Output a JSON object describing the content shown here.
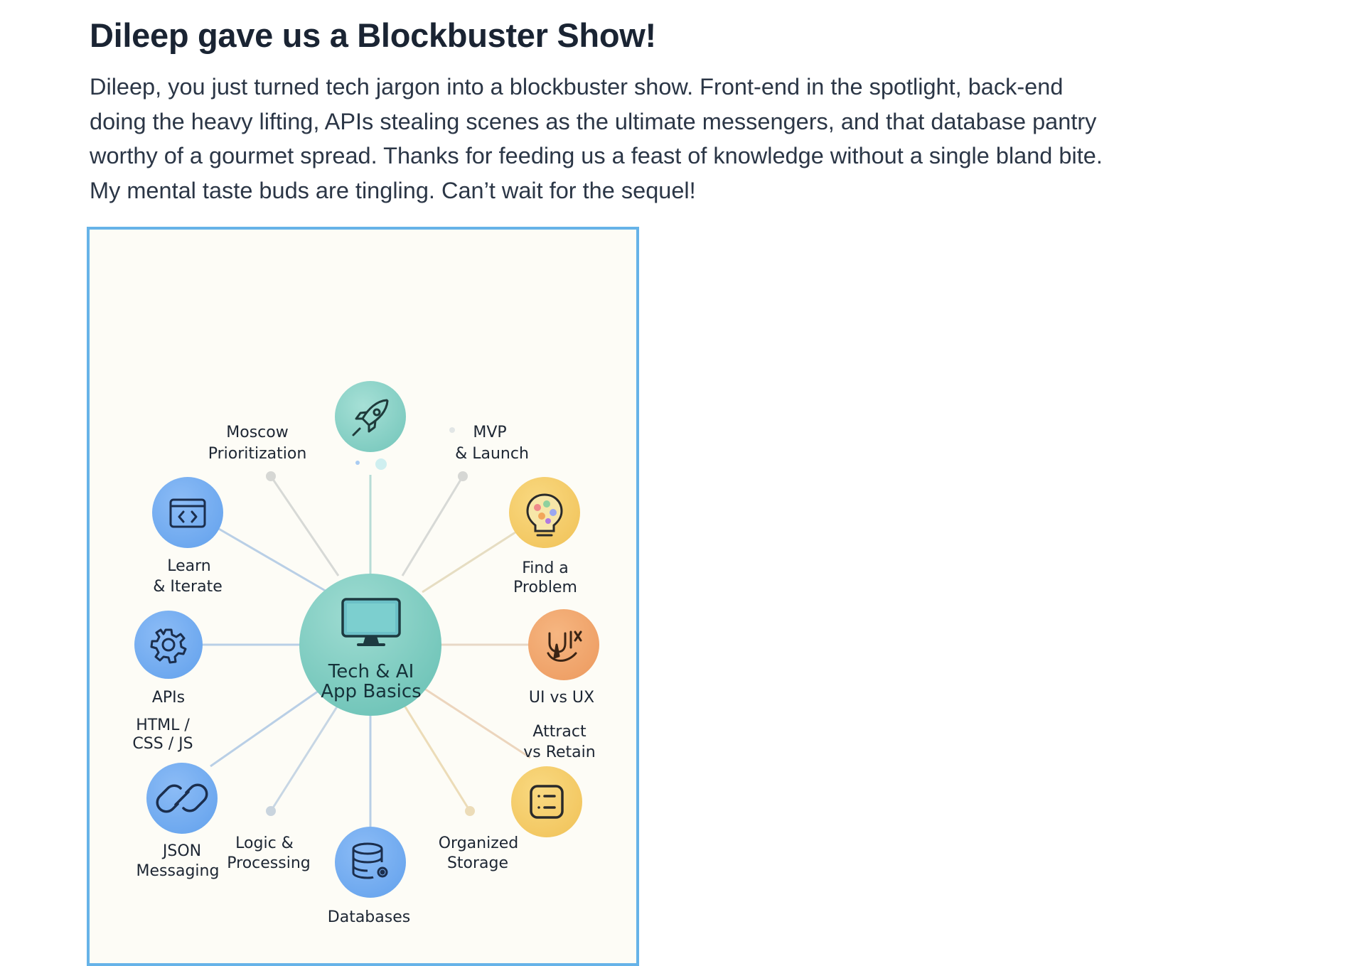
{
  "post": {
    "title": "Dileep gave us a Blockbuster Show!",
    "body_lines": [
      "Dileep, you just turned tech jargon into a blockbuster show. Front-end in the spotlight, back-end",
      "doing the heavy lifting, APIs stealing scenes as the ultimate messengers, and that database pantry",
      "worthy of a gourmet spread. Thanks for feeding us a feast of knowledge without a single bland bite.",
      "My mental taste buds are tingling. Can’t wait for the sequel!"
    ]
  },
  "diagram": {
    "hub": {
      "line1": "Tech & AI",
      "line2": "App Basics",
      "icon": "monitor-icon"
    },
    "nodes": {
      "rocket": {
        "icon": "rocket-icon"
      },
      "moscow": {
        "line1": "Moscow",
        "line2": "Prioritization"
      },
      "mvp": {
        "line1": "MVP",
        "line2": "& Launch"
      },
      "learn": {
        "line1": "Learn",
        "line2": "& Iterate",
        "icon": "code-window-icon"
      },
      "find": {
        "line1": "Find a",
        "line2": "Problem",
        "icon": "lightbulb-icon"
      },
      "apis": {
        "line1": "APIs",
        "icon": "gear-icon"
      },
      "uiux": {
        "line1": "UI vs UX",
        "icon": "ui-ux-icon"
      },
      "html": {
        "line1": "HTML /",
        "line2": "CSS / JS"
      },
      "attract": {
        "line1": "Attract",
        "line2": "vs Retain"
      },
      "json": {
        "line1": "JSON",
        "line2": "Messaging",
        "icon": "link-icon"
      },
      "logic": {
        "line1": "Logic &",
        "line2": "Processing"
      },
      "storage": {
        "line1": "Organized",
        "line2": "Storage"
      },
      "checklist": {
        "icon": "checklist-icon"
      },
      "databases": {
        "line1": "Databases",
        "icon": "database-icon"
      }
    },
    "colors": {
      "teal": "#8fd3c7",
      "blue": "#6fa9ef",
      "yellow": "#f5cb6a",
      "orange": "#f0a56c",
      "frame_border": "#66b3e8",
      "canvas": "#fdfcf6"
    }
  }
}
